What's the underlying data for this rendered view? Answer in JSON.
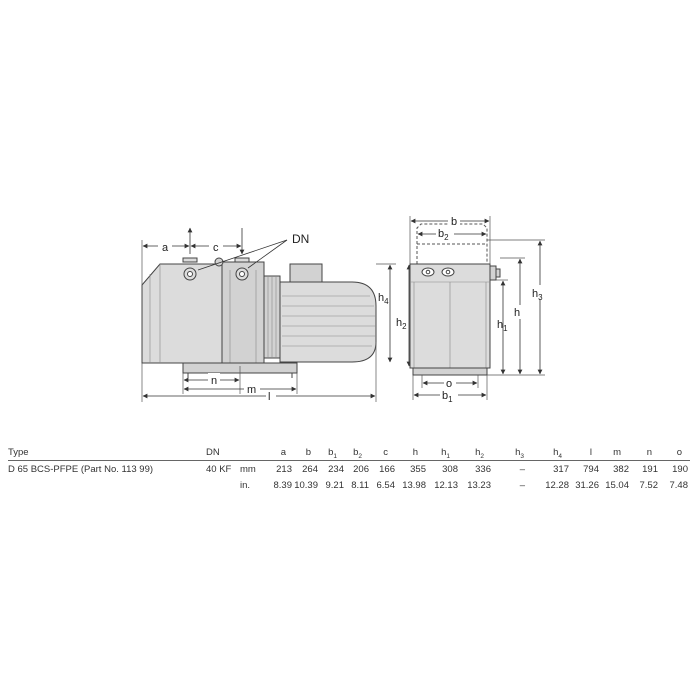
{
  "drawing": {
    "side_view_labels": {
      "a": "a",
      "c": "c",
      "DN": "DN",
      "n": "n",
      "m": "m",
      "l": "l"
    },
    "front_view_labels": {
      "b": "b",
      "b2": "b",
      "b2_sub": "2",
      "b1": "b",
      "b1_sub": "1",
      "o": "o",
      "h": "h",
      "h1": "h",
      "h1_sub": "1",
      "h2": "h",
      "h2_sub": "2",
      "h3": "h",
      "h3_sub": "3",
      "h4": "h",
      "h4_sub": "4"
    }
  },
  "table": {
    "headers": {
      "type": "Type",
      "dn": "DN",
      "a": "a",
      "b": "b",
      "b1": "b",
      "b1_sub": "1",
      "b2": "b",
      "b2_sub": "2",
      "c": "c",
      "h": "h",
      "h1": "h",
      "h1_sub": "1",
      "h2": "h",
      "h2_sub": "2",
      "h3": "h",
      "h3_sub": "3",
      "h4": "h",
      "h4_sub": "4",
      "l": "l",
      "m": "m",
      "n": "n",
      "o": "o"
    },
    "model": "D 65 BCS-PFPE (Part No. 113 99)",
    "dn_value": "40 KF",
    "rows": [
      {
        "unit": "mm",
        "a": "213",
        "b": "264",
        "b1": "234",
        "b2": "206",
        "c": "166",
        "h": "355",
        "h1": "308",
        "h2": "336",
        "h3": "–",
        "h4": "317",
        "l": "794",
        "m": "382",
        "n": "191",
        "o": "190"
      },
      {
        "unit": "in.",
        "a": "8.39",
        "b": "10.39",
        "b1": "9.21",
        "b2": "8.11",
        "c": "6.54",
        "h": "13.98",
        "h1": "12.13",
        "h2": "13.23",
        "h3": "–",
        "h4": "12.28",
        "l": "31.26",
        "m": "15.04",
        "n": "7.52",
        "o": "7.48"
      }
    ]
  }
}
